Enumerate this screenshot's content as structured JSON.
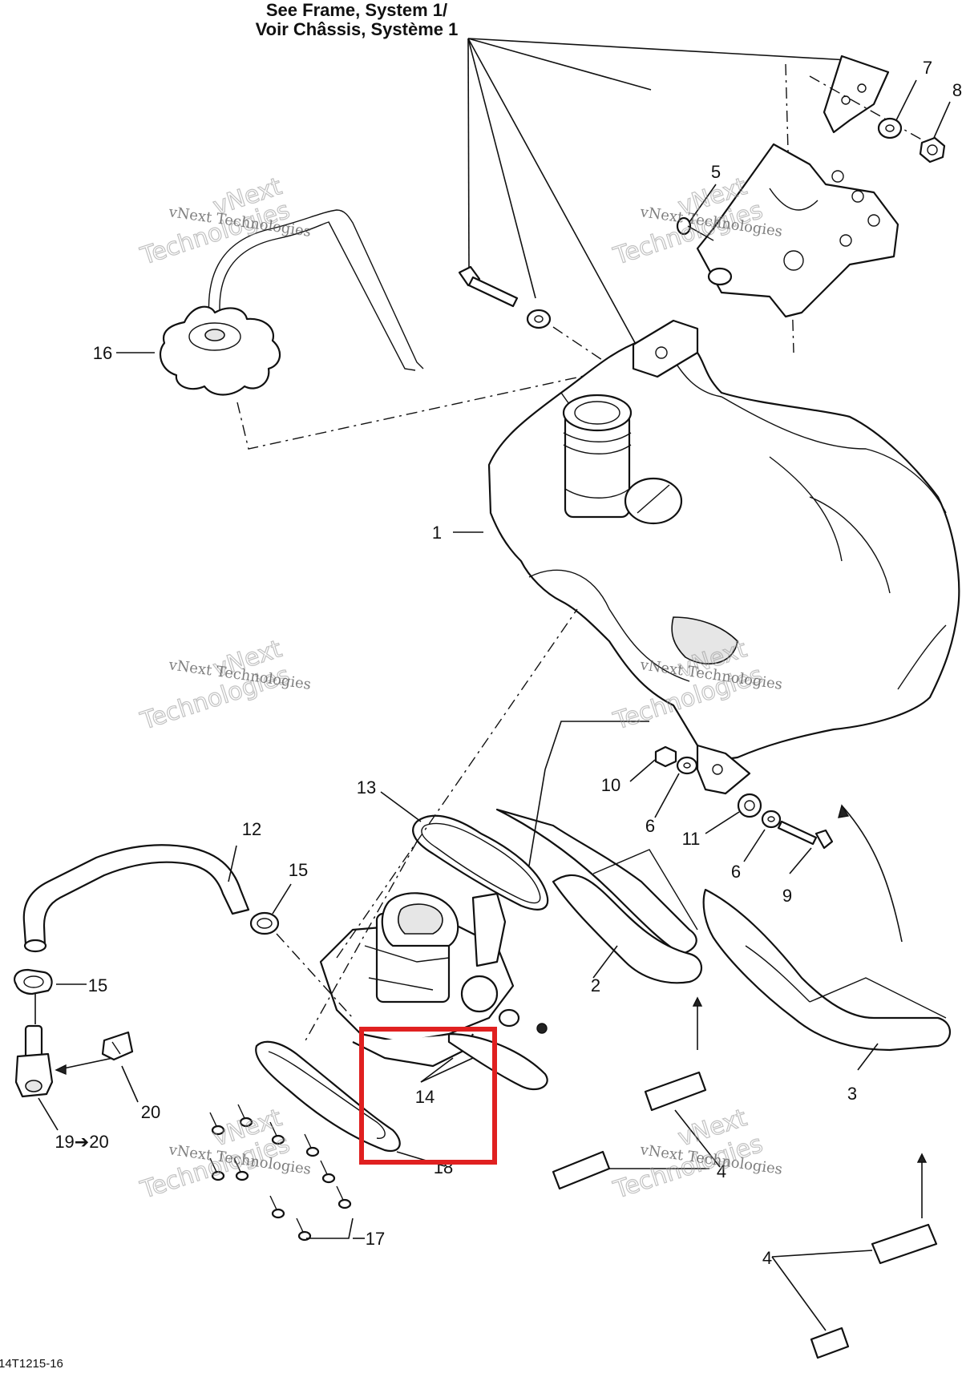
{
  "header": {
    "line1": "See Frame, System 1/",
    "line2": "Voir Châssis, Système 1"
  },
  "callouts": [
    {
      "id": "c1",
      "text": "1"
    },
    {
      "id": "c2",
      "text": "2"
    },
    {
      "id": "c3",
      "text": "3"
    },
    {
      "id": "c4a",
      "text": "4"
    },
    {
      "id": "c4b",
      "text": "4"
    },
    {
      "id": "c5",
      "text": "5"
    },
    {
      "id": "c6a",
      "text": "6"
    },
    {
      "id": "c6b",
      "text": "6"
    },
    {
      "id": "c7",
      "text": "7"
    },
    {
      "id": "c8",
      "text": "8"
    },
    {
      "id": "c9",
      "text": "9"
    },
    {
      "id": "c10",
      "text": "10"
    },
    {
      "id": "c11",
      "text": "11"
    },
    {
      "id": "c12",
      "text": "12"
    },
    {
      "id": "c13",
      "text": "13"
    },
    {
      "id": "c14",
      "text": "14"
    },
    {
      "id": "c15a",
      "text": "15"
    },
    {
      "id": "c15b",
      "text": "15"
    },
    {
      "id": "c16",
      "text": "16"
    },
    {
      "id": "c17",
      "text": "17"
    },
    {
      "id": "c18",
      "text": "18"
    },
    {
      "id": "c19_20",
      "text": "19➔20"
    },
    {
      "id": "c20",
      "text": "20"
    }
  ],
  "watermark": {
    "small": "vNext Technologies",
    "big_top": "vNext",
    "big_bottom": "Technologies"
  },
  "figure_code": "14T1215-16",
  "highlight_color": "#e02020"
}
